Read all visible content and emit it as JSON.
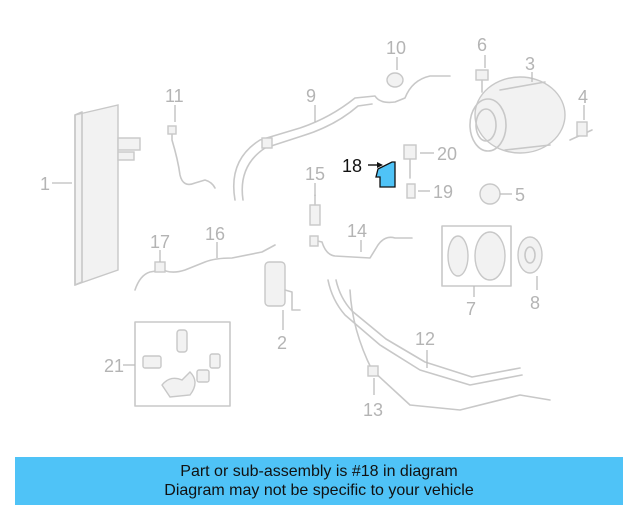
{
  "diagram": {
    "callouts": {
      "c1": "1",
      "c2": "2",
      "c3": "3",
      "c4": "4",
      "c5": "5",
      "c6": "6",
      "c7": "7",
      "c8": "8",
      "c9": "9",
      "c10": "10",
      "c11": "11",
      "c12": "12",
      "c13": "13",
      "c14": "14",
      "c15": "15",
      "c16": "16",
      "c17": "17",
      "c18": "18",
      "c19": "19",
      "c20": "20",
      "c21": "21"
    },
    "highlight_callout": "18",
    "colors": {
      "highlight": "#4fc3f7",
      "part_line": "#c8c8c8",
      "callout_text": "#b4b4b4",
      "active_text": "#111111"
    }
  },
  "banner": {
    "line1": "Part or sub-assembly is #18 in diagram",
    "line2": "Diagram may not be specific to your vehicle"
  }
}
